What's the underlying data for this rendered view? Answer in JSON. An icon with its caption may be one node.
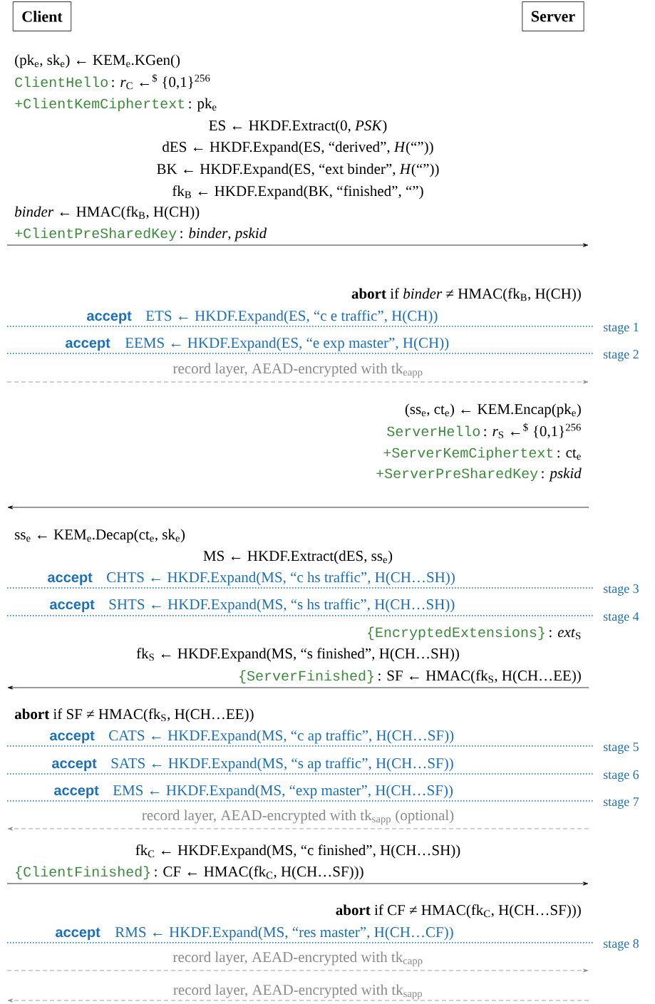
{
  "diagram": {
    "nodes": [
      {
        "text": [
          "Client"
        ]
      },
      {
        "text": [
          "Server"
        ]
      }
    ],
    "labels": [
      "(pk$_{e}$, sk$_{e}$) ← KEM$_{e}$.KGen()",
      "ClientHello",
      ": *r*$_{C}$ ←$^{$}$ {0,1}$^{256}$",
      "+ClientKemCiphertext",
      ": pk$_{e}$",
      "ES ← HKDF.Extract(0, *PSK*)",
      "dES ← HKDF.Expand(ES, “derived”, *H*(“”))",
      "BK ← HKDF.Expand(ES, “ext binder”, *H*(“”))",
      "fk$_{B}$ ← HKDF.Expand(BK, “finished”, “”)",
      "*binder* ← HMAC(fk$_{B}$, H(CH))",
      "+ClientPreSharedKey",
      ": *binder*, *pskid*",
      "**abort** if *binder* ≠ HMAC(fk$_{B}$, H(CH))",
      "accept",
      "ETS ← HKDF.Expand(ES, “c e traffic”, H(CH))",
      "stage 1",
      "accept",
      "EEMS ← HKDF.Expand(ES, “e exp master”, H(CH))",
      "stage 2",
      "record layer, AEAD-encrypted with tk$_{eapp}$",
      "(ss$_{e}$, ct$_{e}$) ← KEM.Encap(pk$_{e}$)",
      "ServerHello",
      ": *r*$_{S}$ ←$^{$}$ {0,1}$^{256}$",
      "+ServerKemCiphertext",
      ": ct$_{e}$",
      "+ServerPreSharedKey",
      ": *pskid*",
      "ss$_{e}$ ← KEM$_{e}$.Decap(ct$_{e}$, sk$_{e}$)",
      "MS ← HKDF.Extract(dES, ss$_{e}$)",
      "accept",
      "CHTS ← HKDF.Expand(MS, “c hs traffic”, H(CH…SH))",
      "stage 3",
      "accept",
      "SHTS ← HKDF.Expand(MS, “s hs traffic”, H(CH…SH))",
      "stage 4",
      "{EncryptedExtensions}",
      ": *ext*$_{S}$",
      "fk$_{S}$ ← HKDF.Expand(MS, “s finished”, H(CH…SH))",
      "{ServerFinished}",
      ": SF ← HMAC(fk$_{S}$, H(CH…EE))",
      "**abort** if SF ≠ HMAC(fk$_{S}$, H(CH…EE))",
      "accept",
      "CATS ← HKDF.Expand(MS, “c ap traffic”, H(CH…SF))",
      "stage 5",
      "accept",
      "SATS ← HKDF.Expand(MS, “s ap traffic”, H(CH…SF))",
      "stage 6",
      "accept",
      "EMS ← HKDF.Expand(MS, “exp master”, H(CH…SF))",
      "stage 7",
      "record layer, AEAD-encrypted with tk$_{sapp}$ (optional)",
      "fk$_{C}$ ← HKDF.Expand(MS, “c finished”, H(CH…SH))",
      "{ClientFinished}",
      ": CF ← HMAC(fk$_{C}$, H(CH…SF)))",
      "**abort** if CF ≠ HMAC(fk$_{C}$, H(CH…SF)))",
      "accept",
      "RMS ← HKDF.Expand(MS, “res master”, H(CH…CF))",
      "stage 8",
      "record layer, AEAD-encrypted with tk$_{capp}$",
      "record layer, AEAD-encrypted with tk$_{sapp}$"
    ]
  }
}
